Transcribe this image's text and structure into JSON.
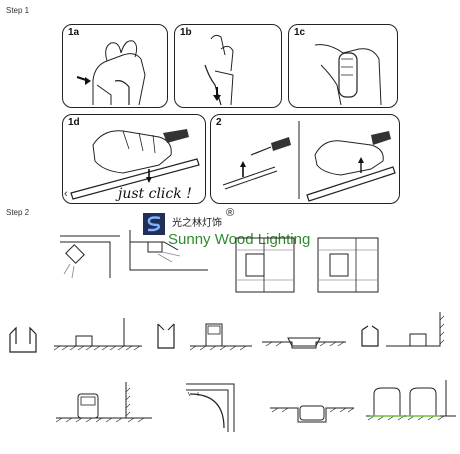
{
  "step1": {
    "label": "Step 1",
    "panels": [
      {
        "id": "1a",
        "label": "1a"
      },
      {
        "id": "1b",
        "label": "1b"
      },
      {
        "id": "1c",
        "label": "1c"
      },
      {
        "id": "1d",
        "label": "1d"
      },
      {
        "id": "2",
        "label": "2"
      }
    ],
    "caption": "just click !",
    "nav_arrow": "‹"
  },
  "step2": {
    "label": "Step 2"
  },
  "brand": {
    "name_cn": "光之林灯饰",
    "trademark": "®",
    "name_en": "Sunny Wood Lighting",
    "accent_color": "#2e8b2e",
    "logo_icon": "sw-logo-icon"
  }
}
